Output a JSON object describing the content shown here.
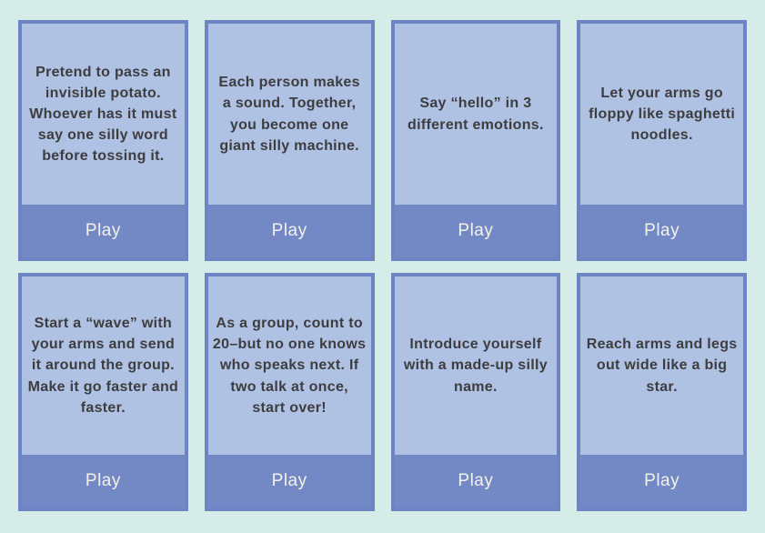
{
  "colors": {
    "page_background": "#d6ece8",
    "card_background": "#b0c2e3",
    "card_border": "#6d85c3",
    "play_bar_background": "#7289c6",
    "card_text": "#3d3d40",
    "play_text": "#f4f1e9"
  },
  "cards": [
    {
      "text": "Pretend to pass an invisible potato. Whoever has it must say one silly word before tossing it.",
      "button_label": "Play"
    },
    {
      "text": "Each person makes a sound. Together, you become one giant silly machine.",
      "button_label": "Play"
    },
    {
      "text": "Say “hello” in 3 different emotions.",
      "button_label": "Play"
    },
    {
      "text": "Let your arms go floppy like spaghetti noodles.",
      "button_label": "Play"
    },
    {
      "text": "Start a “wave” with your arms and send it around the group. Make it go faster and faster.",
      "button_label": "Play"
    },
    {
      "text": "As a group, count to 20–but no one knows who speaks next. If two talk at once, start over!",
      "button_label": "Play"
    },
    {
      "text": "Introduce yourself with a made-up silly name.",
      "button_label": "Play"
    },
    {
      "text": "Reach arms and legs out wide like a big star.",
      "button_label": "Play"
    }
  ]
}
